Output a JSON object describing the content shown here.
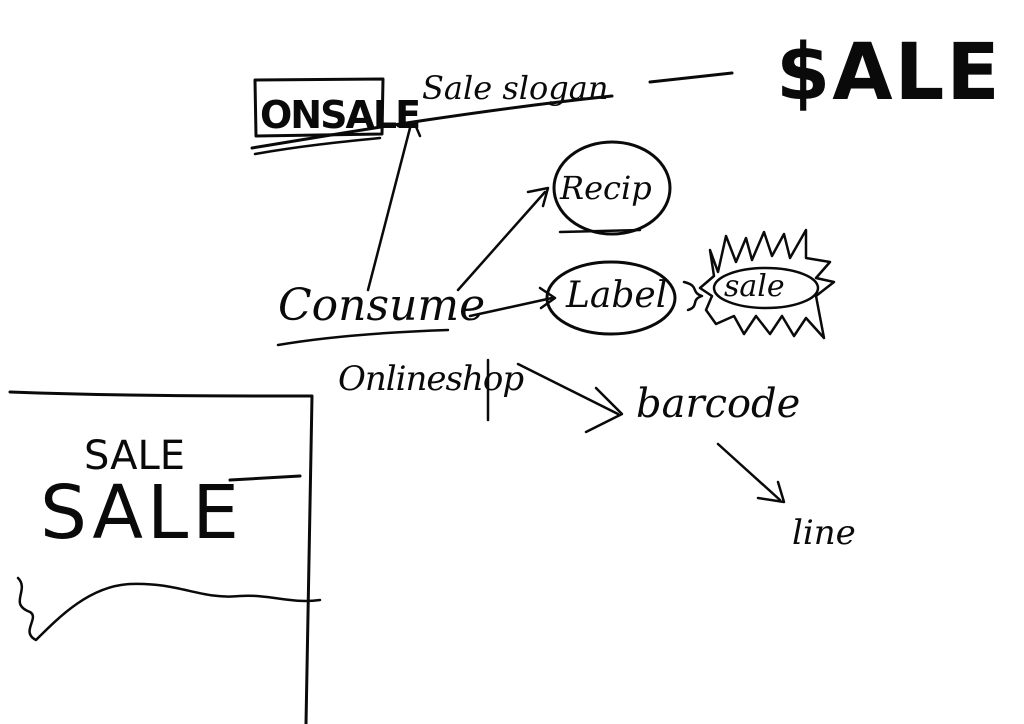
{
  "diagram": {
    "nodes": {
      "onsale": "ONSALE",
      "sale_slogan": "Sale slogan",
      "sale_big": "$ALE",
      "consume": "Consume",
      "recip": "Recip",
      "label": "Label",
      "sale_burst": "sale",
      "online_shop": "Onlineshop",
      "barcode": "barcode",
      "line": "line"
    },
    "sketch": {
      "sale_small": "SALE",
      "sale_large": "SALE"
    },
    "edges": [
      {
        "from": "consume",
        "to": "sale_slogan"
      },
      {
        "from": "consume",
        "to": "recip"
      },
      {
        "from": "consume",
        "to": "label"
      },
      {
        "from": "online_shop",
        "to": "barcode"
      },
      {
        "from": "barcode",
        "to": "line"
      }
    ],
    "colors": {
      "ink": "#0a0a0a",
      "paper": "#ffffff"
    }
  }
}
